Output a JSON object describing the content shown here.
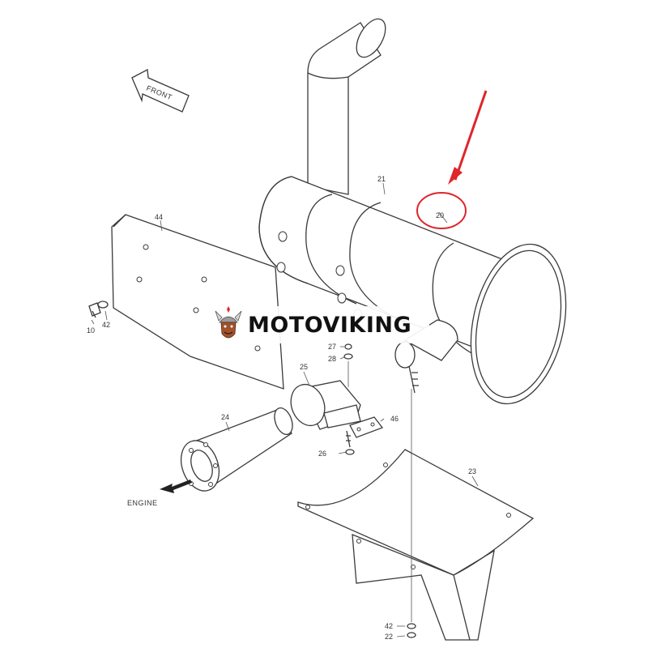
{
  "labels": {
    "front": "FRONT",
    "engine": "ENGINE"
  },
  "callouts": {
    "c10": "10",
    "c20": "20",
    "c21": "21",
    "c22": "22",
    "c23": "23",
    "c24": "24",
    "c25": "25",
    "c26": "26",
    "c27": "27",
    "c28": "28",
    "c42a": "42",
    "c42b": "42",
    "c44": "44",
    "c46": "46"
  },
  "highlight": {
    "color": "#e0252b",
    "target_callout": "20"
  },
  "watermark": {
    "brand": "MOTOVIKING",
    "logo_icon": "viking-helmet-icon"
  },
  "colors": {
    "line": "#3a3a3a",
    "background": "#ffffff"
  }
}
